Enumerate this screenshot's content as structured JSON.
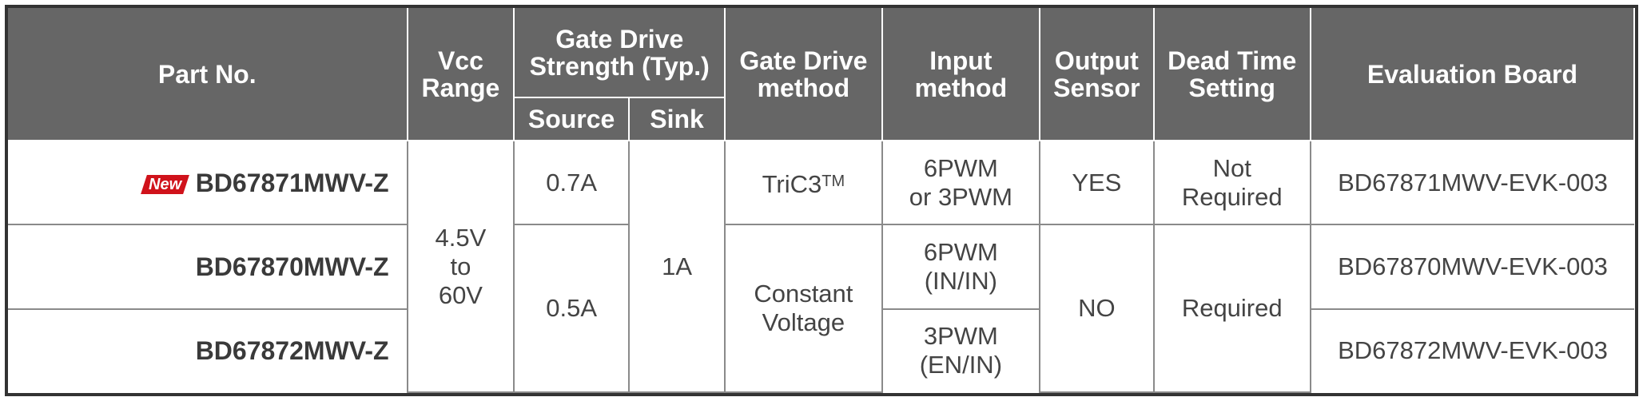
{
  "header": {
    "part_no": "Part No.",
    "vcc_range": [
      "Vcc",
      "Range"
    ],
    "gate_drive_strength": [
      "Gate Drive",
      "Strength (Typ.)"
    ],
    "source": "Source",
    "sink": "Sink",
    "gate_drive_method": [
      "Gate Drive",
      "method"
    ],
    "input_method": [
      "Input",
      "method"
    ],
    "output_sensor": [
      "Output",
      "Sensor"
    ],
    "dead_time_setting": [
      "Dead Time",
      "Setting"
    ],
    "evaluation_board": "Evaluation Board"
  },
  "rows": [
    {
      "badge": "New",
      "part_no": "BD67871MWV-Z",
      "source": "0.7A",
      "gate_drive_method": "TriC3",
      "gate_drive_method_mark": "TM",
      "input_method": [
        "6PWM",
        "or 3PWM"
      ],
      "output_sensor": "YES",
      "dead_time_setting": [
        "Not",
        "Required"
      ],
      "evaluation_board": "BD67871MWV-EVK-003"
    },
    {
      "part_no": "BD67870MWV-Z",
      "input_method": [
        "6PWM",
        "(IN/IN)"
      ],
      "evaluation_board": "BD67870MWV-EVK-003"
    },
    {
      "part_no": "BD67872MWV-Z",
      "input_method": [
        "3PWM",
        "(EN/IN)"
      ],
      "evaluation_board": "BD67872MWV-EVK-003"
    }
  ],
  "shared": {
    "vcc_range": [
      "4.5V",
      "to",
      "60V"
    ],
    "sink": "1A",
    "source_rows_2_3": "0.5A",
    "gate_drive_method_rows_2_3": [
      "Constant",
      "Voltage"
    ],
    "output_sensor_rows_2_3": "NO",
    "dead_time_setting_rows_2_3": "Required"
  }
}
